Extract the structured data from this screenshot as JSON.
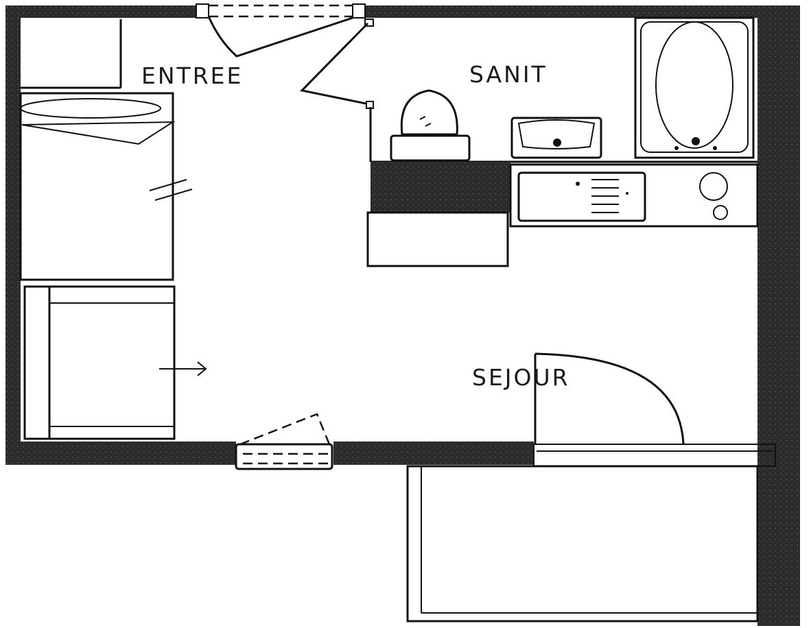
{
  "plan": {
    "rooms": {
      "entree": "ENTREE",
      "sanit": "SANIT",
      "sejour": "SEJOUR"
    },
    "colors": {
      "wall": "#2b2b2b",
      "line": "#111111",
      "background": "#ffffff"
    }
  }
}
